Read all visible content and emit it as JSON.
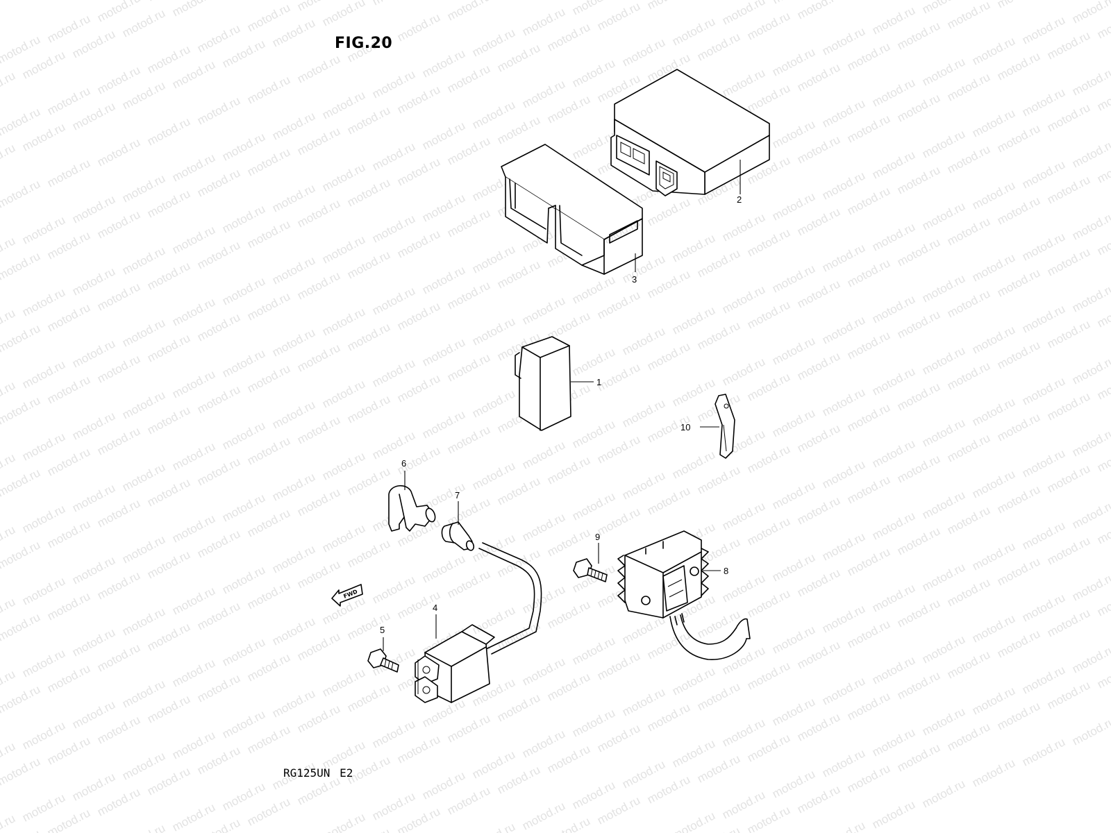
{
  "figure": {
    "title": "FIG.20",
    "model_code": "RG125UN E2",
    "watermark": "motod.ru",
    "fwd_arrow_label": "FWD"
  },
  "parts": [
    {
      "id": "part-1",
      "label": "1",
      "icon": "igniter-cap-icon"
    },
    {
      "id": "part-2",
      "label": "2",
      "icon": "cdi-unit-icon"
    },
    {
      "id": "part-3",
      "label": "3",
      "icon": "cdi-cover-icon"
    },
    {
      "id": "part-4",
      "label": "4",
      "icon": "ignition-coil-icon"
    },
    {
      "id": "part-5",
      "label": "5",
      "icon": "bolt-icon"
    },
    {
      "id": "part-6",
      "label": "6",
      "icon": "plug-cap-icon"
    },
    {
      "id": "part-7",
      "label": "7",
      "icon": "cap-seal-icon"
    },
    {
      "id": "part-8",
      "label": "8",
      "icon": "regulator-rectifier-icon"
    },
    {
      "id": "part-9",
      "label": "9",
      "icon": "bolt-icon"
    },
    {
      "id": "part-10",
      "label": "10",
      "icon": "clamp-icon"
    }
  ]
}
